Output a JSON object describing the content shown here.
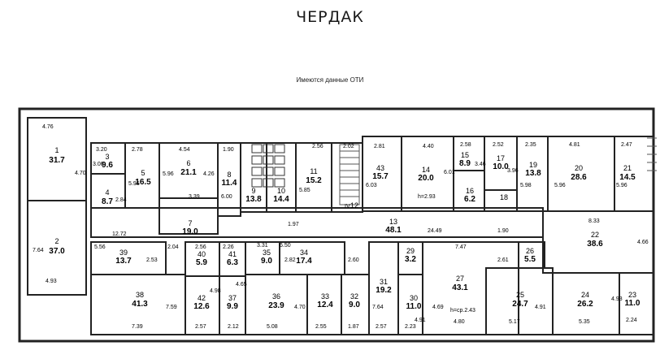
{
  "title": "ЧЕРДАК",
  "subtitle": "Имеются данные ОТИ",
  "colors": {
    "line": "#222222",
    "paper": "#ffffff",
    "stair": "#555555"
  },
  "rooms": [
    {
      "num": "1",
      "area": "31.7"
    },
    {
      "num": "2",
      "area": "37.0"
    },
    {
      "num": "3",
      "area": "9.6"
    },
    {
      "num": "4",
      "area": "8.7"
    },
    {
      "num": "5",
      "area": "16.5"
    },
    {
      "num": "6",
      "area": "21.1"
    },
    {
      "num": "7",
      "area": "19.0"
    },
    {
      "num": "8",
      "area": "11.4"
    },
    {
      "num": "9",
      "area": "13.8"
    },
    {
      "num": "10",
      "area": "14.4"
    },
    {
      "num": "11",
      "area": "15.2"
    },
    {
      "num": "12",
      "area": ""
    },
    {
      "num": "13",
      "area": "48.1"
    },
    {
      "num": "14",
      "area": "20.0"
    },
    {
      "num": "15",
      "area": "8.9"
    },
    {
      "num": "16",
      "area": "6.2"
    },
    {
      "num": "17",
      "area": "10.0"
    },
    {
      "num": "18",
      "area": ""
    },
    {
      "num": "19",
      "area": "13.8"
    },
    {
      "num": "20",
      "area": "28.6"
    },
    {
      "num": "21",
      "area": "14.5"
    },
    {
      "num": "22",
      "area": "38.6"
    },
    {
      "num": "23",
      "area": "11.0"
    },
    {
      "num": "24",
      "area": "26.2"
    },
    {
      "num": "25",
      "area": "24.7"
    },
    {
      "num": "26",
      "area": "5.5"
    },
    {
      "num": "27",
      "area": "43.1"
    },
    {
      "num": "29",
      "area": "3.2"
    },
    {
      "num": "30",
      "area": "11.0"
    },
    {
      "num": "31",
      "area": "19.2"
    },
    {
      "num": "32",
      "area": "9.0"
    },
    {
      "num": "33",
      "area": "12.4"
    },
    {
      "num": "34",
      "area": "17.4"
    },
    {
      "num": "35",
      "area": "9.0"
    },
    {
      "num": "36",
      "area": "23.9"
    },
    {
      "num": "37",
      "area": "9.9"
    },
    {
      "num": "38",
      "area": "41.3"
    },
    {
      "num": "39",
      "area": "13.7"
    },
    {
      "num": "40",
      "area": "5.9"
    },
    {
      "num": "41",
      "area": "6.3"
    },
    {
      "num": "42",
      "area": "12.6"
    },
    {
      "num": "43",
      "area": "15.7"
    }
  ],
  "dims": [
    "4.76",
    "4.70",
    "7.64",
    "4.93",
    "3.20",
    "3.00",
    "2.78",
    "5.95",
    "2.84",
    "4.54",
    "5.96",
    "4.26",
    "1.90",
    "6.00",
    "3.39",
    "12.72",
    "5.56",
    "2.53",
    "2.04",
    "2.56",
    "2.26",
    "3.31",
    "6.50",
    "2.82",
    "2.60",
    "1.97",
    "2.56",
    "5.85",
    "2.02",
    "IV",
    "2.81",
    "6.03",
    "4.40",
    "6.01",
    "2.58",
    "3.46",
    "2.52",
    "3.96",
    "2.35",
    "5.98",
    "4.81",
    "5.96",
    "2.47",
    "5.96",
    "24.49",
    "1.90",
    "8.33",
    "4.66",
    "7.47",
    "2.61",
    "7.59",
    "4.98",
    "4.65",
    "4.70",
    "7.64",
    "4.91",
    "4.69",
    "4.91",
    "4.93",
    "7.39",
    "2.57",
    "2.12",
    "5.08",
    "2.55",
    "1.87",
    "2.57",
    "2.23",
    "4.80",
    "5.17",
    "5.35",
    "2.24"
  ],
  "notes": {
    "h_14": "h=2.93",
    "h_27": "h=ср.2.43"
  }
}
